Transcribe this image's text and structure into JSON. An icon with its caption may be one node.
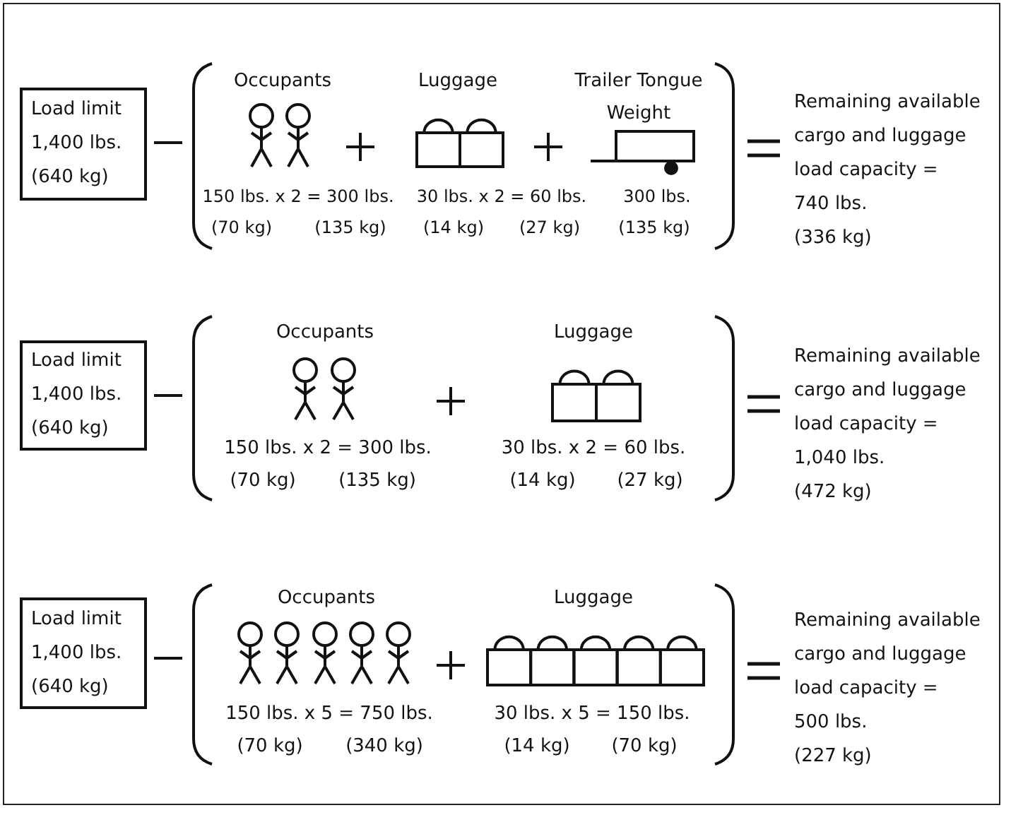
{
  "diagram": {
    "nodes": [
      {
        "text": [
          "Load limit 1,400 lbs. (640 kg)"
        ]
      },
      {
        "text": [
          "Load limit 1,400 lbs. (640 kg)"
        ]
      },
      {
        "text": [
          "Load limit 1,400 lbs. (640 kg)"
        ]
      }
    ],
    "labels": [
      "Occupants",
      "Luggage",
      "Trailer Tongue Weight",
      "150 lbs. x 2 = 300 lbs.",
      "30 lbs. x 2 = 60 lbs.",
      "300 lbs.",
      "(70 kg)",
      "(135 kg)",
      "(14 kg)",
      "(27 kg)",
      "(135 kg)",
      "Remaining available cargo and luggage load capacity =",
      "740 lbs.",
      "(336 kg)",
      "Occupants",
      "Luggage",
      "150 lbs. x 2 = 300 lbs.",
      "30 lbs. x 2 = 60 lbs.",
      "(70 kg)",
      "(135 kg)",
      "(14 kg)",
      "(27 kg)",
      "Remaining available cargo and luggage load capacity =",
      "1,040 lbs.",
      "(472 kg)",
      "Occupants",
      "Luggage",
      "150 lbs. x 5 = 750 lbs.",
      "30 lbs. x 5 = 150 lbs.",
      "(70 kg)",
      "(340 kg)",
      "(14 kg)",
      "(70 kg)",
      "Remaining available cargo and luggage load capacity =",
      "500 lbs.",
      "(227 kg)"
    ]
  }
}
